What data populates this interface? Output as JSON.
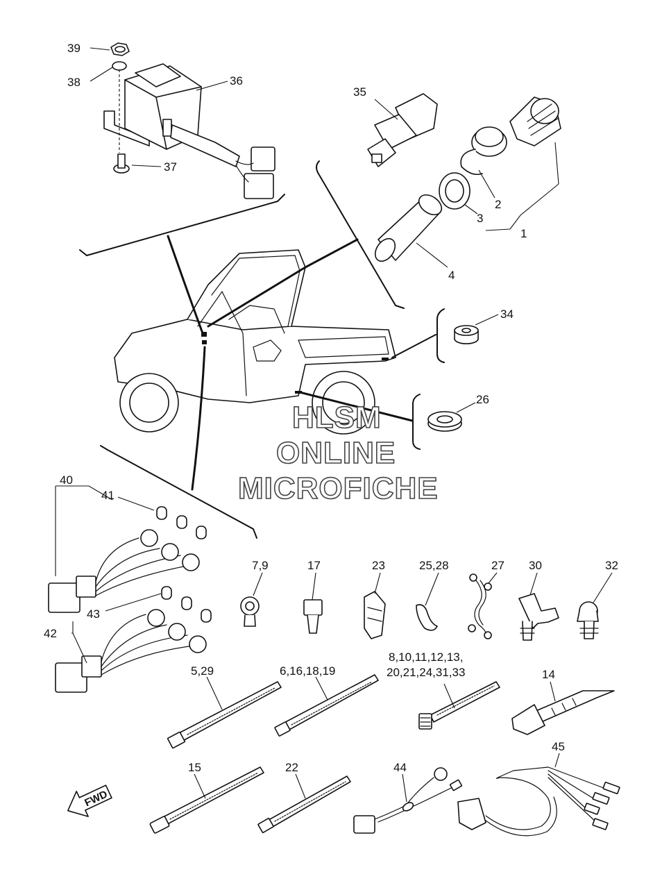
{
  "diagram": {
    "watermark": [
      "HLSM",
      "ONLINE",
      "MICROFICHE"
    ],
    "fwd_label": "FWD",
    "callouts": {
      "c39": "39",
      "c38": "38",
      "c36": "36",
      "c37": "37",
      "c35": "35",
      "c2": "2",
      "c3": "3",
      "c1": "1",
      "c4": "4",
      "c34": "34",
      "c26": "26",
      "c40": "40",
      "c41": "41",
      "c43": "43",
      "c42": "42",
      "c7_9": "7,9",
      "c17": "17",
      "c23": "23",
      "c25_28": "25,28",
      "c27": "27",
      "c30": "30",
      "c32": "32",
      "c5_29": "5,29",
      "c6_16_18_19": "6,16,18,19",
      "c8_line1": "8,10,11,12,13,",
      "c8_line2": "20,21,24,31,33",
      "c14": "14",
      "c15": "15",
      "c22": "22",
      "c44": "44",
      "c45": "45"
    }
  }
}
